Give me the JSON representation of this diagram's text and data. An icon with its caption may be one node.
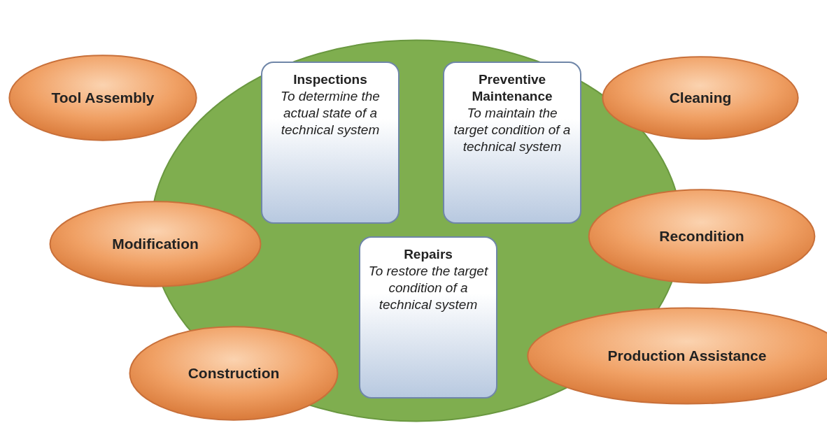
{
  "diagram": {
    "nodes": [
      {
        "text": [],
        "shape": "circle"
      },
      {
        "text": [
          "Tool Assembly"
        ]
      },
      {
        "text": [
          "Inspections",
          "To determine the actual state of a technical system"
        ],
        "in": 0
      },
      {
        "text": [
          "Preventive Maintenance",
          "To maintain the target condition of a technical system"
        ],
        "in": 0
      },
      {
        "text": [
          "Cleaning"
        ]
      },
      {
        "text": [
          "Modification"
        ]
      },
      {
        "text": [
          "Recondition"
        ]
      },
      {
        "text": [
          "Repairs",
          "To restore the target condition of a technical system"
        ],
        "in": 0
      },
      {
        "text": [
          "Construction"
        ]
      },
      {
        "text": [
          "Production Assistance"
        ]
      }
    ]
  }
}
